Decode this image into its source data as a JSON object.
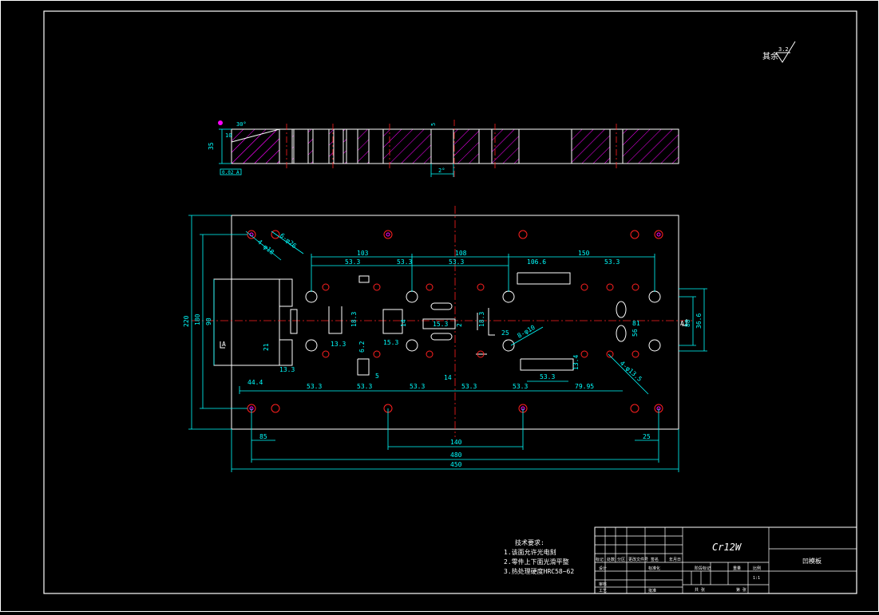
{
  "colors": {
    "background": "#000000",
    "border": "#ffffff",
    "dimension": "#00ffff",
    "centerline": "#ff2020",
    "hatch": "#ff00ff",
    "outline": "#ffffff"
  },
  "roughness_note": {
    "label": "其余",
    "value": "3.2"
  },
  "section_view": {
    "dims": {
      "height": "35",
      "top_small": "10",
      "angle": "30°",
      "slot": "5",
      "slot_width": "2°"
    },
    "datum_label": "5 ",
    "tolerance_frame": "0.02 A"
  },
  "plan_view": {
    "overall": {
      "width": "450",
      "height": "220",
      "hole_span_x": "480",
      "hole_span_y": "180",
      "left_depth": "90",
      "edge_left": "85",
      "edge_right": "25",
      "mid_span": "140"
    },
    "top_chain": [
      "103",
      "108",
      "106.6",
      "150"
    ],
    "top_sub": [
      "53.3",
      "53.3",
      "53.3",
      "53.3"
    ],
    "bottom_chain": [
      "53.3",
      "53.3",
      "53.3",
      "53.3",
      "53.3",
      "79.95"
    ],
    "bottom_left": "44.4",
    "inner": [
      "21",
      "13.3",
      "13.3",
      "18.3",
      "15.3",
      "6.2",
      "5",
      "2",
      "14",
      "15.3",
      "14",
      "25",
      "18.3",
      "36.6",
      "81",
      "88",
      "56",
      "53.3",
      "13.4"
    ],
    "leaders": [
      "4-φ18",
      "6-φ26",
      "8-φ10",
      "4-φ13.5"
    ],
    "section_marks": [
      "A",
      "A"
    ]
  },
  "tech_req": {
    "title": "技术要求:",
    "items": [
      "1.该面允许光电刻",
      "2.零件上下面光滑平整",
      "3.热处理硬度HRC58~62"
    ]
  },
  "title_block": {
    "material": "Cr12W",
    "part_name": "凹模板",
    "cells": [
      "标记",
      "处数",
      "分区",
      "更改文件号",
      "签名",
      "年月日",
      "设计",
      "标准化",
      "阶段标记",
      "重量",
      "比例",
      "审核",
      "工艺",
      "批准",
      "共 张",
      "第 张",
      "1:1"
    ]
  }
}
